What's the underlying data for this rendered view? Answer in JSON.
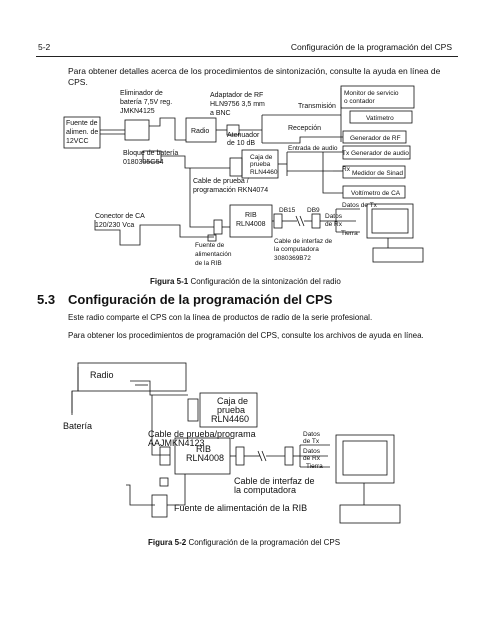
{
  "header": {
    "page_number": "5-2",
    "chapter_title": "Configuración de la programación del CPS"
  },
  "intro_paragraph": "Para obtener detalles acerca de los procedimientos de sintonización, consulte la ayuda en línea de CPS.",
  "figure1": {
    "caption_label": "Figura 5-1",
    "caption_text": " Configuración de la sintonización del radio",
    "labels": {
      "fuente_line1": "Fuente de",
      "fuente_line2": "alimen. de",
      "fuente_line3": "12VCC",
      "elim_line1": "Eliminador de",
      "elim_line2": "batería 7,5V reg.",
      "elim_line3": "JMKN4125",
      "radio": "Radio",
      "bloque_line1": "Bloque de batería",
      "bloque_line2": "0180305G54",
      "adapt_line1": "Adaptador de RF",
      "adapt_line2": "HLN9756 3,5 mm",
      "adapt_line3": "a BNC",
      "aten_line1": "Atenuador",
      "aten_line2": "de 10 dB",
      "transmision": "Transmisión",
      "recepcion": "Recepción",
      "monitor_line1": "Monitor de servicio",
      "monitor_line2": "o contador",
      "vatimetro": "Vatímetro",
      "gen_rf": "Generador de RF",
      "entrada_audio": "Entrada de audio",
      "tx": "Tx",
      "rx": "Rx",
      "gen_audio": "Generador de audio",
      "medidor_sinad": "Medidor de Sinad",
      "voltimetro": "Voltímetro de CA",
      "caja_line1": "Caja de",
      "caja_line2": "prueba",
      "caja_line3": "RLN4460",
      "cable_line1": "Cable de prueba /",
      "cable_line2": "programación RKN4074",
      "conector_line1": "Conector de CA",
      "conector_line2": "120/230 Vca",
      "rib_line1": "RIB",
      "rib_line2": "RLN4008",
      "db15": "DB15",
      "db9": "DB9",
      "datos_tx": "Datos de Tx",
      "datos_rx_line1": "Datos",
      "datos_rx_line2": "de Rx",
      "tierra": "Tierra",
      "fuente_rib_line1": "Fuente de",
      "fuente_rib_line2": "alimentación",
      "fuente_rib_line3": "de la RIB",
      "interfaz_line1": "Cable de interfaz de",
      "interfaz_line2": "la computadora",
      "interfaz_line3": "3080369B72"
    }
  },
  "section": {
    "number": "5.3",
    "title": "Configuración de la programación del CPS"
  },
  "section_para1": "Este radio comparte el CPS con la línea de productos de radio de la serie profesional.",
  "section_para2": "Para obtener los procedimientos de programación del CPS, consulte los archivos de ayuda en línea.",
  "figure2": {
    "caption_label": "Figura 5-2",
    "caption_text": " Configuración de la programación del CPS",
    "labels": {
      "radio": "Radio",
      "bateria": "Batería",
      "caja_line1": "Caja de",
      "caja_line2": "prueba",
      "caja_line3": "RLN4460",
      "cable_line1": "Cable de prueba/programa",
      "cable_line2": "AAJMKN4123",
      "rib_line1": "RIB",
      "rib_line2": "RLN4008",
      "datos_tx_line1": "Datos",
      "datos_tx_line2": "de Tx",
      "datos_rx_line1": "Datos",
      "datos_rx_line2": "de Rx",
      "tierra": "Tierra",
      "interfaz_line1": "Cable de interfaz de",
      "interfaz_line2": "la computadora",
      "fuente_rib": "Fuente de alimentación de la RIB"
    }
  }
}
